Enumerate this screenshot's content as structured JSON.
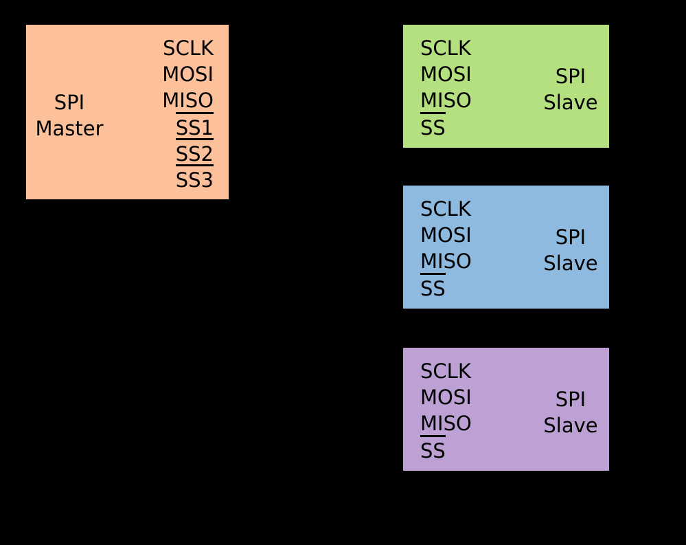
{
  "canvas": {
    "background": "#000000",
    "border_color": "#000000",
    "text_color": "#000000"
  },
  "master": {
    "fill": "#fcc19b",
    "label_line1": "SPI",
    "label_line2": "Master",
    "pins": [
      {
        "name": "SCLK",
        "overline": false
      },
      {
        "name": "MOSI",
        "overline": false
      },
      {
        "name": "MISO",
        "overline": false
      },
      {
        "name": "SS1",
        "overline": true
      },
      {
        "name": "SS2",
        "overline": true
      },
      {
        "name": "SS3",
        "overline": true
      }
    ]
  },
  "slaves": [
    {
      "fill": "#b5e07f",
      "label_line1": "SPI",
      "label_line2": "Slave",
      "pins": [
        {
          "name": "SCLK",
          "overline": false
        },
        {
          "name": "MOSI",
          "overline": false
        },
        {
          "name": "MISO",
          "overline": false
        },
        {
          "name": "SS",
          "overline": true
        }
      ]
    },
    {
      "fill": "#8ebadf",
      "label_line1": "SPI",
      "label_line2": "Slave",
      "pins": [
        {
          "name": "SCLK",
          "overline": false
        },
        {
          "name": "MOSI",
          "overline": false
        },
        {
          "name": "MISO",
          "overline": false
        },
        {
          "name": "SS",
          "overline": true
        }
      ]
    },
    {
      "fill": "#bda0d4",
      "label_line1": "SPI",
      "label_line2": "Slave",
      "pins": [
        {
          "name": "SCLK",
          "overline": false
        },
        {
          "name": "MOSI",
          "overline": false
        },
        {
          "name": "MISO",
          "overline": false
        },
        {
          "name": "SS",
          "overline": true
        }
      ]
    }
  ]
}
